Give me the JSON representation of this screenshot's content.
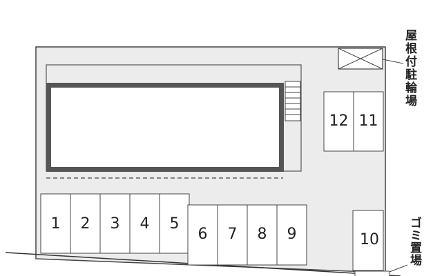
{
  "colors": {
    "lot_fill": "#ececec",
    "stroke": "#444444",
    "building_fill": "#ffffff",
    "building_outer": "#555555",
    "text": "#222222"
  },
  "labels": {
    "covered_bicycle_parking": "屋根付駐輪場",
    "garbage_area": "ゴミ置場"
  },
  "parking_spaces": [
    "1",
    "2",
    "3",
    "4",
    "5",
    "6",
    "7",
    "8",
    "9",
    "10",
    "11",
    "12"
  ]
}
